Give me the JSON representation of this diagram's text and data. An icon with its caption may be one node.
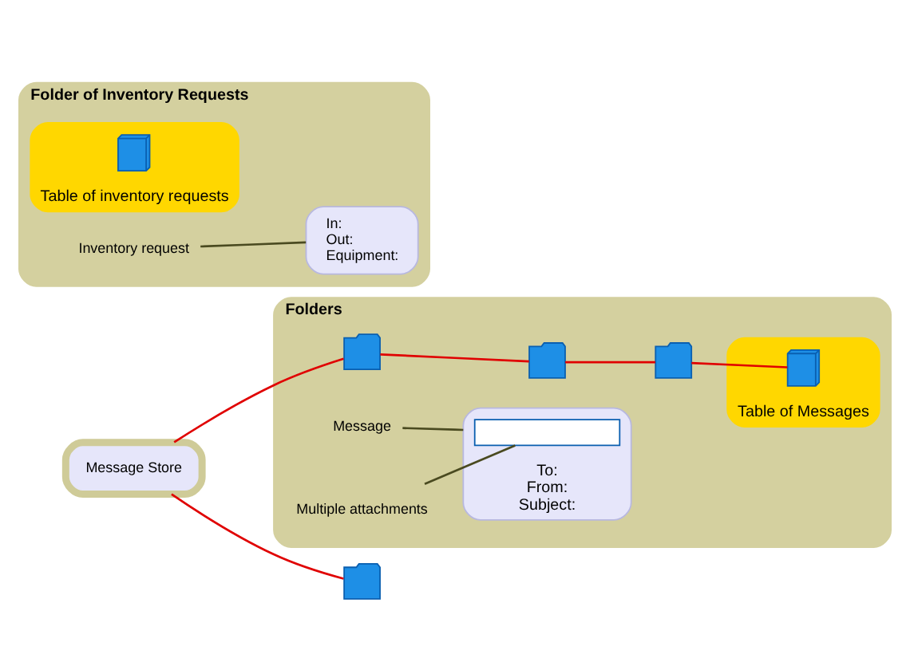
{
  "diagram": {
    "nodes": [
      {
        "text": [
          "Message Store"
        ]
      },
      {
        "text": [
          "Folders"
        ]
      },
      {
        "text": [],
        "shape": "folder",
        "in": 1
      },
      {
        "text": [],
        "shape": "folder",
        "in": 1
      },
      {
        "text": [],
        "shape": "folder",
        "in": 1
      },
      {
        "text": [
          "Table of Messages"
        ],
        "in": 1
      },
      {
        "text": [],
        "shape": "table",
        "in": 5
      },
      {
        "text": [
          "To:",
          "From:",
          "Subject:"
        ],
        "in": 1
      },
      {
        "text": [],
        "shape": "bar",
        "in": 7
      },
      {
        "text": [
          "Message"
        ],
        "in": 1
      },
      {
        "text": [
          "Multiple attachments"
        ],
        "in": 1
      },
      {
        "text": [],
        "shape": "folder"
      },
      {
        "text": [
          "Folder of Inventory Requests"
        ]
      },
      {
        "text": [
          "Table of inventory requests"
        ],
        "in": 12
      },
      {
        "text": [],
        "shape": "table",
        "in": 13
      },
      {
        "text": [
          "In:",
          "Out:",
          "Equipment:"
        ],
        "in": 12
      },
      {
        "text": [
          "Inventory request"
        ],
        "in": 12
      }
    ],
    "edges": [
      {
        "from": 0,
        "to": 2,
        "arrow": "none",
        "color": "#e00000"
      },
      {
        "from": 2,
        "to": 3,
        "arrow": "none",
        "color": "#e00000"
      },
      {
        "from": 3,
        "to": 4,
        "arrow": "none",
        "color": "#e00000"
      },
      {
        "from": 4,
        "to": 6,
        "arrow": "none",
        "color": "#e00000"
      },
      {
        "from": 9,
        "to": 7,
        "arrow": "none",
        "color": "#4a4a20"
      },
      {
        "from": 10,
        "to": 8,
        "arrow": "none",
        "color": "#4a4a20"
      },
      {
        "from": 0,
        "to": 11,
        "arrow": "none",
        "color": "#e00000"
      },
      {
        "from": 16,
        "to": 15,
        "arrow": "none",
        "color": "#4a4a20"
      }
    ]
  }
}
